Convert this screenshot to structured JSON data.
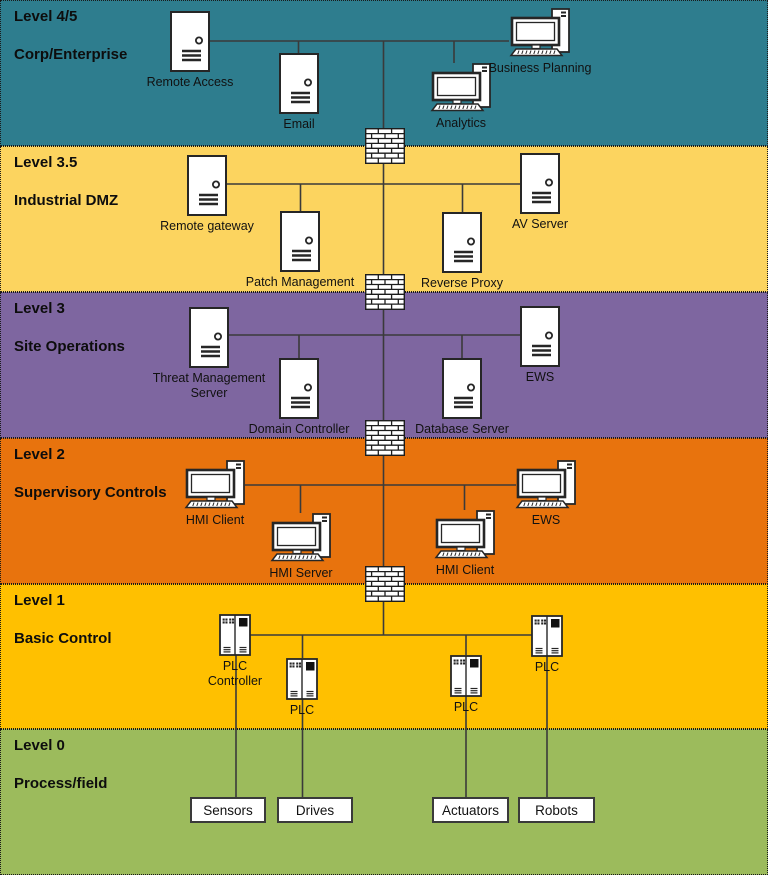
{
  "bands": [
    {
      "level_label": "Level 4/5",
      "name_label": "Corp/Enterprise",
      "color": "#2e7d8e"
    },
    {
      "level_label": "Level 3.5",
      "name_label": "Industrial DMZ",
      "color": "#fcd45f"
    },
    {
      "level_label": "Level 3",
      "name_label": "Site Operations",
      "color": "#7e66a0"
    },
    {
      "level_label": "Level 2",
      "name_label": "Supervisory Controls",
      "color": "#e8730d"
    },
    {
      "level_label": "Level 1",
      "name_label": "Basic Control",
      "color": "#ffc000"
    },
    {
      "level_label": "Level 0",
      "name_label": "Process/field",
      "color": "#9cbb5c"
    }
  ],
  "devices": [
    {
      "id": "remote-access",
      "type": "server",
      "label": "Remote Access"
    },
    {
      "id": "email",
      "type": "server",
      "label": "Email"
    },
    {
      "id": "analytics",
      "type": "workstation",
      "label": "Analytics"
    },
    {
      "id": "business-planning",
      "type": "workstation",
      "label": "Business Planning"
    },
    {
      "id": "remote-gateway",
      "type": "server",
      "label": "Remote gateway"
    },
    {
      "id": "patch-management",
      "type": "server",
      "label": "Patch Management"
    },
    {
      "id": "reverse-proxy",
      "type": "server",
      "label": "Reverse Proxy"
    },
    {
      "id": "av-server",
      "type": "server",
      "label": "AV Server"
    },
    {
      "id": "threat-management-server",
      "type": "server",
      "label": "Threat Management\nServer"
    },
    {
      "id": "domain-controller",
      "type": "server",
      "label": "Domain Controller"
    },
    {
      "id": "database-server",
      "type": "server",
      "label": "Database Server"
    },
    {
      "id": "ews-level3",
      "type": "server",
      "label": "EWS"
    },
    {
      "id": "hmi-client-1",
      "type": "workstation",
      "label": "HMI Client"
    },
    {
      "id": "hmi-server",
      "type": "workstation",
      "label": "HMI Server"
    },
    {
      "id": "hmi-client-2",
      "type": "workstation",
      "label": "HMI Client"
    },
    {
      "id": "ews-level2",
      "type": "workstation",
      "label": "EWS"
    },
    {
      "id": "plc-controller",
      "type": "plc",
      "label": "PLC\nController"
    },
    {
      "id": "plc-2",
      "type": "plc",
      "label": "PLC"
    },
    {
      "id": "plc-3",
      "type": "plc",
      "label": "PLC"
    },
    {
      "id": "plc-4",
      "type": "plc",
      "label": "PLC"
    }
  ],
  "field_boxes": [
    {
      "label": "Sensors"
    },
    {
      "label": "Drives"
    },
    {
      "label": "Actuators"
    },
    {
      "label": "Robots"
    }
  ],
  "icons": {
    "server": "server-icon",
    "workstation": "workstation-icon",
    "plc": "plc-icon",
    "firewall": "firewall-icon"
  },
  "colors": {
    "connector": "#3a3a3a",
    "device_fill": "#ffffff",
    "device_outline": "#262626",
    "text": "#111111"
  }
}
